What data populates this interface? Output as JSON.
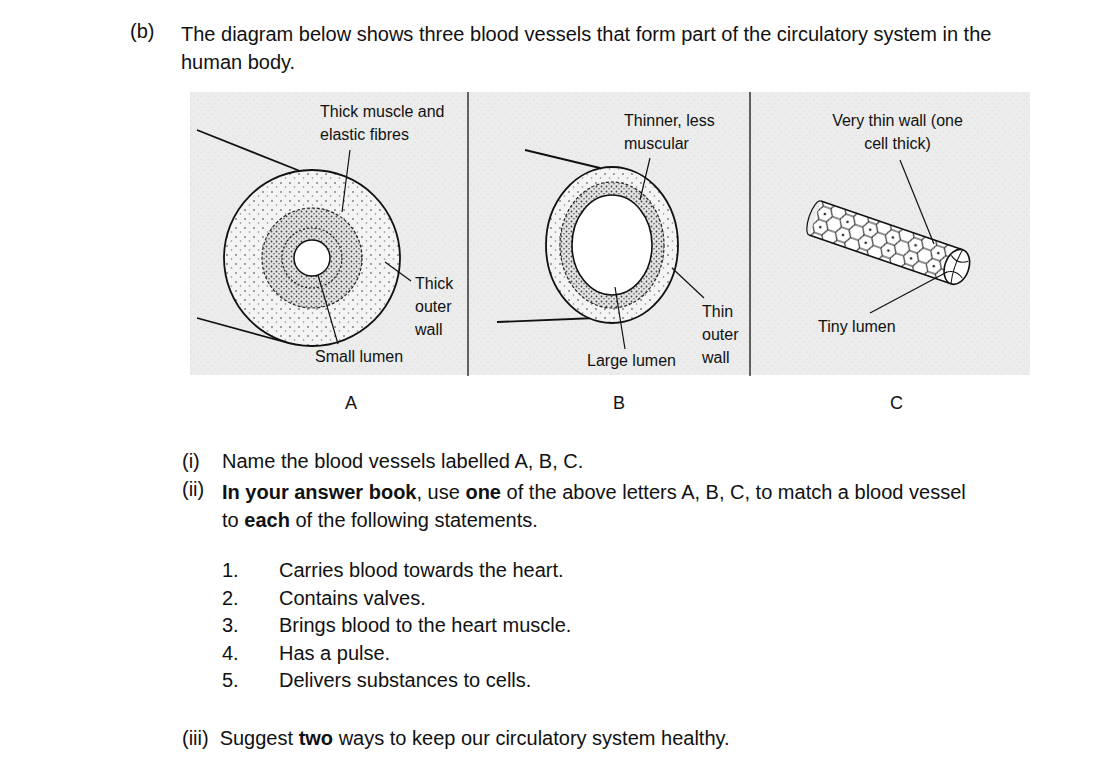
{
  "diagram": {
    "labels": [
      "(b)",
      "The diagram below shows three blood vessels that form part of the circulatory system in the human body.",
      "Thick muscle and elastic fibres",
      "Thick outer wall",
      "Small lumen",
      "A",
      "Thinner, less muscular",
      "Large lumen",
      "Thin outer wall",
      "B",
      "Very thin wall (one cell thick)",
      "Tiny lumen",
      "C",
      "(i)",
      "Name the blood vessels labelled A, B, C.",
      "(ii)",
      "In your answer book",
      ", use",
      "one",
      "of the above letters A, B, C, to match a blood vessel to",
      "each",
      "of the following statements.",
      "1.",
      "Carries blood towards the heart.",
      "2.",
      "Contains valves.",
      "3.",
      "Brings blood to the heart muscle.",
      "4.",
      "Has a pulse.",
      "5.",
      "Delivers substances to cells.",
      "(iii)",
      "Suggest",
      "two",
      "ways to keep our circulatory system healthy."
    ]
  }
}
